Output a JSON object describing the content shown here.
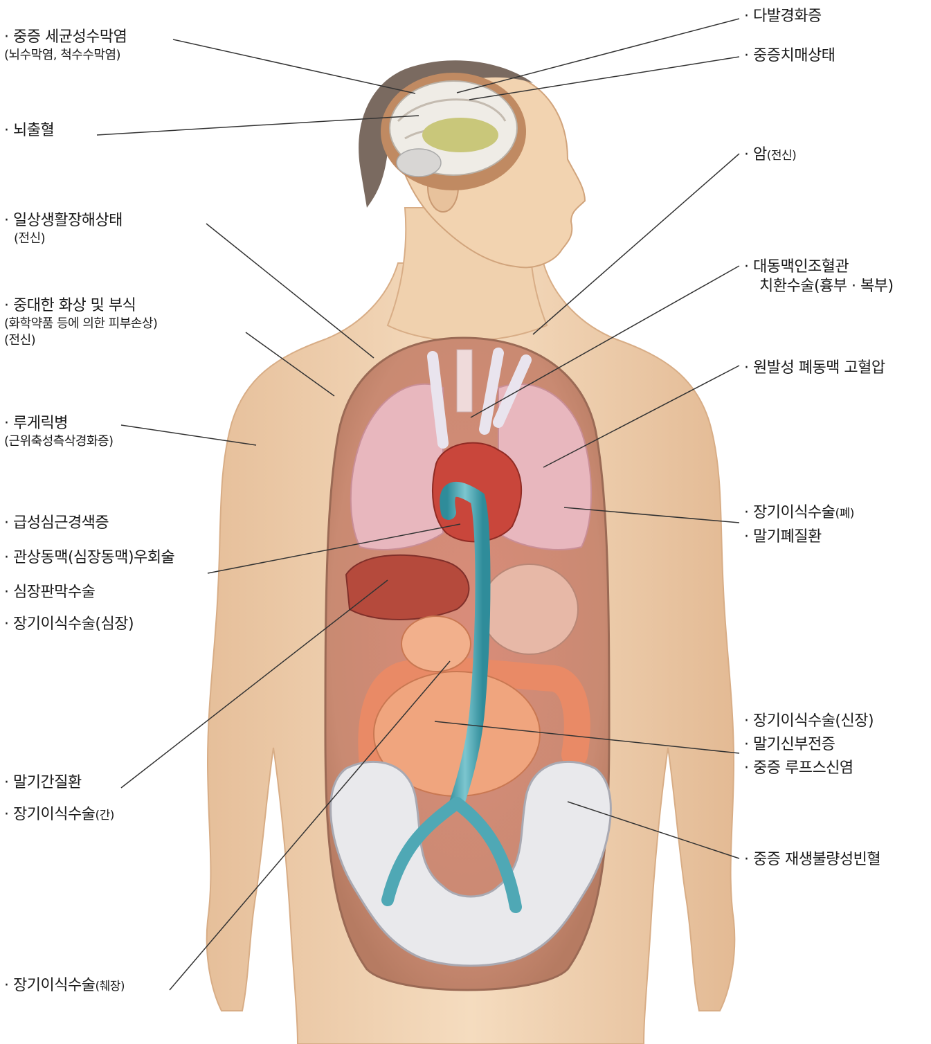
{
  "left_labels": [
    {
      "main": "· 중증 세균성수막염",
      "sub": "(뇌수막염, 척수수막염)"
    },
    {
      "main": "· 뇌출혈"
    },
    {
      "main": "· 일상생활장해상태",
      "sub": "(전신)"
    },
    {
      "main": "· 중대한 화상 및 부식",
      "sub": "(화학약품 등에 의한 피부손상)",
      "sub2": "(전신)"
    },
    {
      "main": "· 루게릭병",
      "sub": "(근위축성측삭경화증)"
    },
    {
      "main": "· 급성심근경색증"
    },
    {
      "main": "· 관상동맥(심장동맥)우회술"
    },
    {
      "main": "· 심장판막수술"
    },
    {
      "main": "· 장기이식수술(심장)"
    },
    {
      "main": "· 말기간질환"
    },
    {
      "main": "· 장기이식수술",
      "tail": "(간)"
    },
    {
      "main": "· 장기이식수술",
      "tail": "(췌장)"
    }
  ],
  "right_labels": [
    {
      "main": "· 다발경화증"
    },
    {
      "main": "· 중증치매상태"
    },
    {
      "main": "· 암",
      "tail": "(전신)"
    },
    {
      "main": "· 대동맥인조혈관",
      "sub": "치환수술(흉부 · 복부)"
    },
    {
      "main": "· 원발성 폐동맥 고혈압"
    },
    {
      "main": "· 장기이식수술",
      "tail": "(폐)",
      "line2": "· 말기폐질환"
    },
    {
      "main": "· 장기이식수술(신장)",
      "line2": "· 말기신부전증",
      "line3": "· 중증 루프스신염"
    },
    {
      "main": "· 중증 재생불량성빈혈"
    }
  ],
  "colors": {
    "skin": "#f3d6b5",
    "skin_shade": "#e2b892",
    "lung": "#e8b7be",
    "heart": "#c9463b",
    "intestine": "#e98a66",
    "aorta": "#4fa8b5",
    "bone": "#e9e9ec",
    "brain": "#efece6",
    "hair": "#7a6a60",
    "line": "#333333"
  }
}
